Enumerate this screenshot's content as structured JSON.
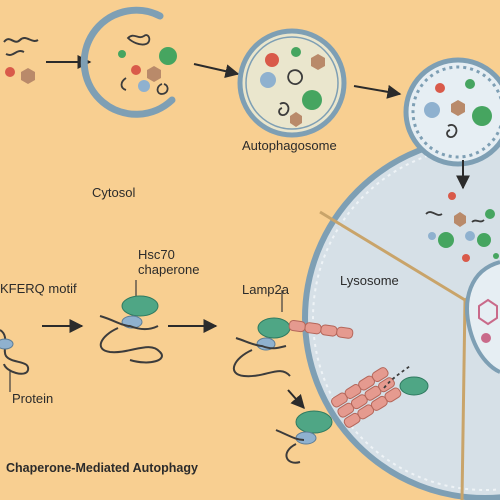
{
  "labels": {
    "autophagosome": "Autophagosome",
    "cytosol": "Cytosol",
    "lysosome": "Lysosome",
    "kferq_motif": "KFERQ motif",
    "hsc70": "Hsc70\nchaperone",
    "lamp2a": "Lamp2a",
    "protein": "Protein",
    "cma_title": "Chaperone-Mediated Autophagy"
  },
  "colors": {
    "background": "#f8cf91",
    "lysosome_fill": "#d6e0e7",
    "membrane": "#7e9fb4",
    "chaperone": "#4fa685",
    "receptor": "#e59a8f",
    "protein_line": "#3c3c3c",
    "cargo_green": "#46a560",
    "cargo_blue": "#8fb1cf",
    "cargo_red": "#d95a4a",
    "cargo_brown": "#b98a6a",
    "cargo_pink": "#c96a8a"
  }
}
